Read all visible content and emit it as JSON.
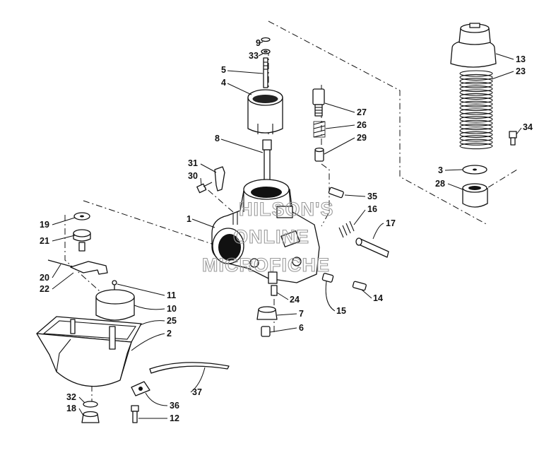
{
  "watermark": {
    "line1": "HILSON'S",
    "line2": "ONLINE",
    "line3": "MICROFICHE"
  },
  "callouts": [
    {
      "id": "p1",
      "label": "1"
    },
    {
      "id": "p2",
      "label": "2"
    },
    {
      "id": "p3",
      "label": "3"
    },
    {
      "id": "p4",
      "label": "4"
    },
    {
      "id": "p5",
      "label": "5"
    },
    {
      "id": "p6",
      "label": "6"
    },
    {
      "id": "p7",
      "label": "7"
    },
    {
      "id": "p8",
      "label": "8"
    },
    {
      "id": "p9",
      "label": "9"
    },
    {
      "id": "p10",
      "label": "10"
    },
    {
      "id": "p11",
      "label": "11"
    },
    {
      "id": "p12",
      "label": "12"
    },
    {
      "id": "p13",
      "label": "13"
    },
    {
      "id": "p14",
      "label": "14"
    },
    {
      "id": "p15",
      "label": "15"
    },
    {
      "id": "p16",
      "label": "16"
    },
    {
      "id": "p17",
      "label": "17"
    },
    {
      "id": "p18",
      "label": "18"
    },
    {
      "id": "p19",
      "label": "19"
    },
    {
      "id": "p20",
      "label": "20"
    },
    {
      "id": "p21",
      "label": "21"
    },
    {
      "id": "p22",
      "label": "22"
    },
    {
      "id": "p23",
      "label": "23"
    },
    {
      "id": "p24",
      "label": "24"
    },
    {
      "id": "p25",
      "label": "25"
    },
    {
      "id": "p26",
      "label": "26"
    },
    {
      "id": "p27",
      "label": "27"
    },
    {
      "id": "p28",
      "label": "28"
    },
    {
      "id": "p29",
      "label": "29"
    },
    {
      "id": "p30",
      "label": "30"
    },
    {
      "id": "p31",
      "label": "31"
    },
    {
      "id": "p32",
      "label": "32"
    },
    {
      "id": "p33",
      "label": "33"
    },
    {
      "id": "p34",
      "label": "34"
    },
    {
      "id": "p35",
      "label": "35"
    },
    {
      "id": "p36",
      "label": "36"
    },
    {
      "id": "p37",
      "label": "37"
    }
  ]
}
